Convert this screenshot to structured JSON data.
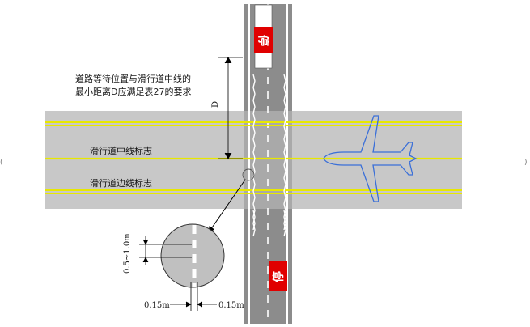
{
  "annotations": {
    "distance_note_line1": "道路等待位置与滑行道中线的",
    "distance_note_line2": "最小距离D应满足表27的要求",
    "distance_symbol": "D",
    "centerline_label": "滑行道中线标志",
    "edgeline_label": "滑行道边线标志"
  },
  "detail": {
    "dash_length": "0.5~1.0m",
    "line_width_left": "0.15m",
    "line_width_right": "0.15m"
  },
  "signs": {
    "top_sign": "停",
    "bottom_sign": "停"
  },
  "colors": {
    "taxiway": "#c8c8c8",
    "road": "#8c8c8c",
    "taxiway_line": "#e8e800",
    "road_marking": "#ffffff",
    "stop_sign": "#e00000",
    "aircraft_outline": "#3a6fd8",
    "detail_circle": "#c0c0c0"
  },
  "icons": [
    "aircraft-icon",
    "stop-sign-icon"
  ]
}
